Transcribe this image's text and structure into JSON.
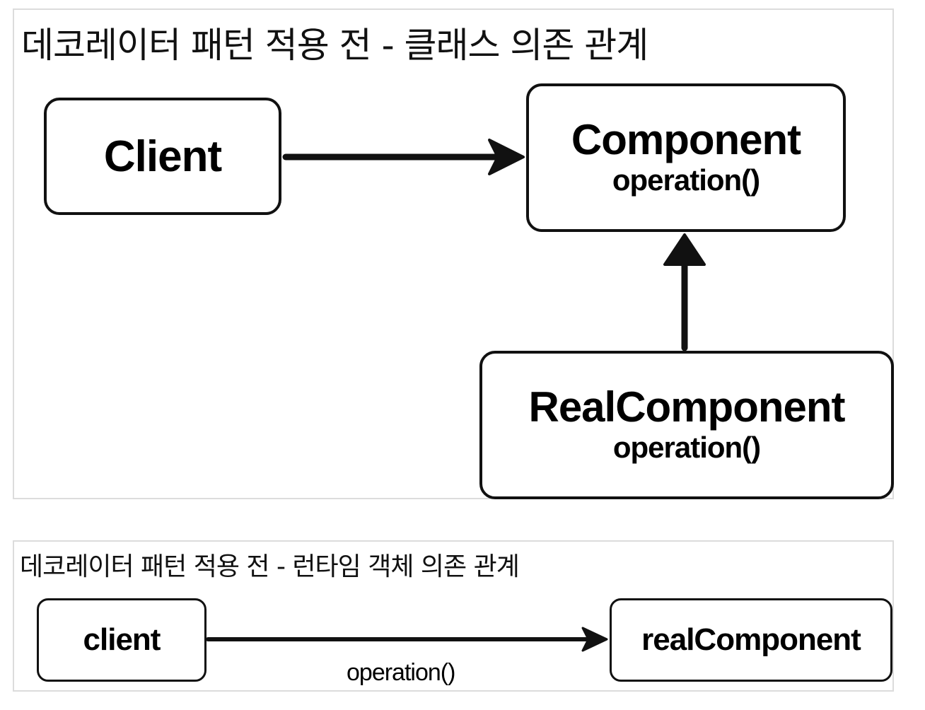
{
  "top_panel": {
    "title": "데코레이터 패턴 적용 전 - 클래스 의존 관계",
    "client": {
      "name": "Client"
    },
    "component": {
      "name": "Component",
      "method": "operation()"
    },
    "real_component": {
      "name": "RealComponent",
      "method": "operation()"
    },
    "edges": [
      {
        "from": "Client",
        "to": "Component"
      },
      {
        "from": "RealComponent",
        "to": "Component"
      }
    ]
  },
  "bottom_panel": {
    "title": "데코레이터 패턴 적용 전 - 런타임 객체 의존 관계",
    "client": {
      "name": "client"
    },
    "real_component": {
      "name": "realComponent"
    },
    "edges": [
      {
        "from": "client",
        "to": "realComponent",
        "label": "operation()"
      }
    ]
  },
  "colors": {
    "stroke": "#111111",
    "panel_border": "#dcdcdc",
    "background": "#ffffff"
  }
}
